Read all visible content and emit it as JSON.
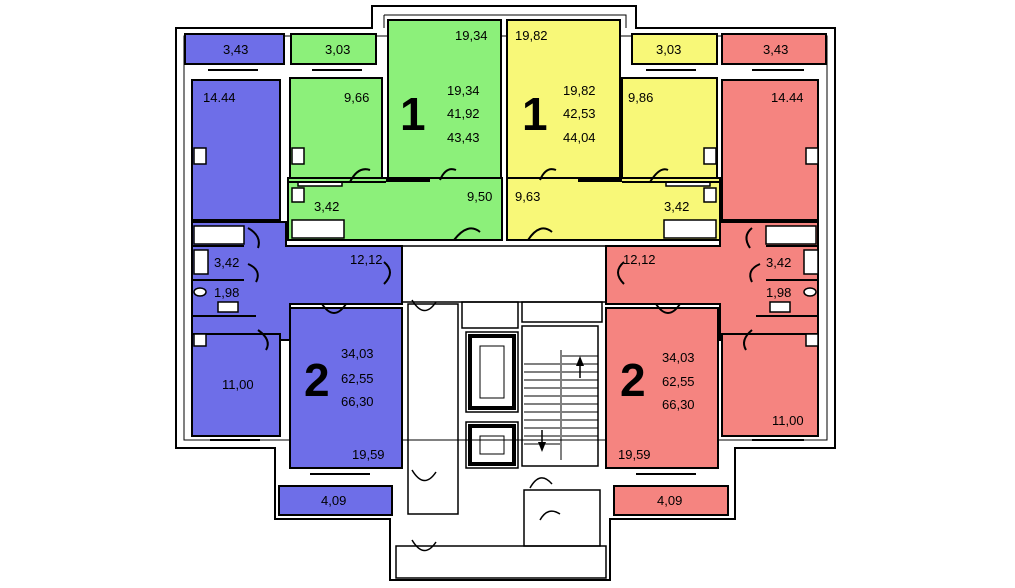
{
  "colors": {
    "blue": "#6e6ee8",
    "green": "#8cf07a",
    "yellow": "#f8f878",
    "red": "#f58480",
    "wall": "#000000",
    "background": "#ffffff"
  },
  "apartments": {
    "green": {
      "rooms_label": "1",
      "living_area": "19,34",
      "living_total": "19,34",
      "total_area": "41,92",
      "total_with_balcony": "43,43",
      "kitchen": "9,66",
      "balcony": "3,03",
      "bathroom": "3,42",
      "hall": "9,50"
    },
    "yellow": {
      "rooms_label": "1",
      "living_area": "19,82",
      "living_total": "19,82",
      "total_area": "42,53",
      "total_with_balcony": "44,04",
      "kitchen": "9,86",
      "balcony": "3,03",
      "bathroom": "3,42",
      "hall": "9,63"
    },
    "blue": {
      "rooms_label": "2",
      "living_total": "34,03",
      "total_area": "62,55",
      "total_with_balcony": "66,30",
      "balcony_top": "3,43",
      "room_top": "14.44",
      "bathroom": "3,42",
      "wc": "1,98",
      "hall": "12,12",
      "room_bottom": "11,00",
      "kitchen": "19,59",
      "balcony_bottom": "4,09"
    },
    "red": {
      "rooms_label": "2",
      "living_total": "34,03",
      "total_area": "62,55",
      "total_with_balcony": "66,30",
      "balcony_top": "3,43",
      "room_top": "14.44",
      "bathroom": "3,42",
      "wc": "1,98",
      "hall": "12,12",
      "room_bottom": "11,00",
      "kitchen": "19,59",
      "balcony_bottom": "4,09"
    }
  }
}
